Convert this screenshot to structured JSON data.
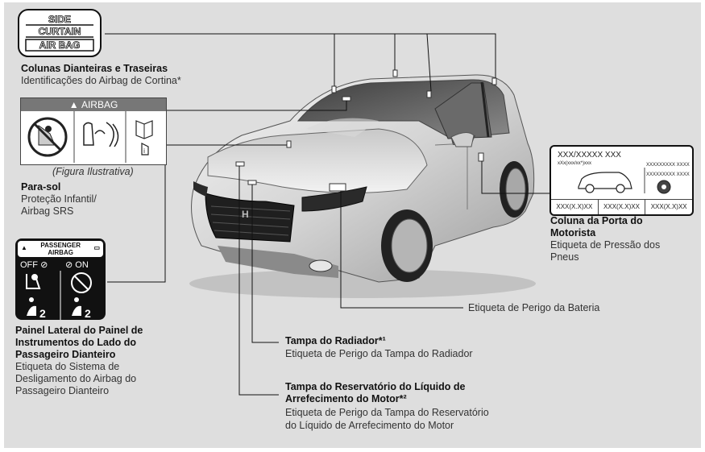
{
  "side_curtain_icon": {
    "line1": "SIDE",
    "line2": "CURTAIN",
    "line3": "AIR BAG"
  },
  "pillars": {
    "title": "Colunas Dianteiras e Traseiras",
    "desc": "Identificações do Airbag de Cortina*"
  },
  "airbag_label": {
    "header": "AIRBAG",
    "caption": "(Figura Ilustrativa)"
  },
  "sun_visor": {
    "title": "Para-sol",
    "desc_line1": "Proteção Infantil/",
    "desc_line2": "Airbag SRS"
  },
  "passenger_airbag_icon": {
    "header_line1": "PASSENGER",
    "header_line2": "AIRBAG",
    "off": "OFF",
    "on": "ON"
  },
  "dashboard": {
    "title_line1": "Painel Lateral do Painel de",
    "title_line2": "Instrumentos do Lado do",
    "title_line3": "Passageiro Dianteiro",
    "desc_line1": "Etiqueta do Sistema de",
    "desc_line2": "Desligamento do Airbag do",
    "desc_line3": "Passageiro Dianteiro"
  },
  "tire_label": {
    "code": "XXX/XXXXX XXX",
    "subcode": "xXx(xxx/xx*)xxx",
    "right_code1": "XXXXXXXXX XXXX",
    "right_code2": "XXXXXXXXX XXXX",
    "cells": [
      "XXX(X.X)XX",
      "XXX(X.X)XX",
      "XXX(X.X)XX"
    ]
  },
  "driver_door": {
    "title_line1": "Coluna da Porta do",
    "title_line2": "Motorista",
    "desc_line1": "Etiqueta de Pressão dos",
    "desc_line2": "Pneus"
  },
  "battery": {
    "label": "Etiqueta de Perigo da Bateria"
  },
  "radiator": {
    "title": "Tampa do Radiador*¹",
    "desc": "Etiqueta de Perigo da Tampa do Radiador"
  },
  "coolant": {
    "title_line1": "Tampa do Reservatório do Líquido de",
    "title_line2": "Arrefecimento do Motor*²",
    "desc_line1": "Etiqueta de Perigo da Tampa do Reservatório",
    "desc_line2": "do Líquido de Arrefecimento do Motor"
  }
}
